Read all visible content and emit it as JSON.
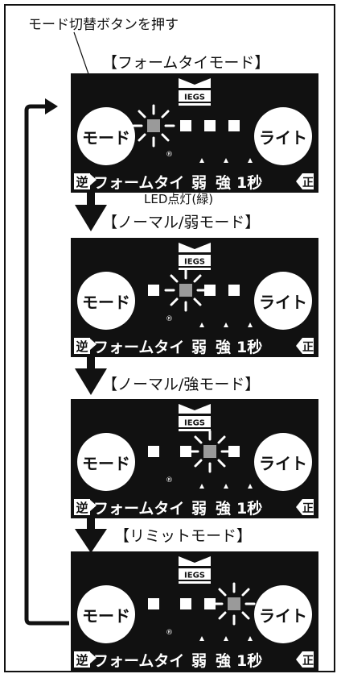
{
  "top_label": "モード切替ボタンを押す",
  "led_label": "LED点灯(緑)",
  "logo_text": "IEGS",
  "panel_text": {
    "mode_button": "モード",
    "light_button": "ライト",
    "reverse": "逆",
    "forward": "正",
    "form_tie": "フォームタイ",
    "weak": "弱",
    "strong": "強",
    "one_sec": "1秒",
    "registered": "®"
  },
  "modes": [
    {
      "title": "【フォームタイモード】",
      "lit_led": 0
    },
    {
      "title": "【ノーマル/弱モード】",
      "lit_led": 1
    },
    {
      "title": "【ノーマル/強モード】",
      "lit_led": 2
    },
    {
      "title": "【リミットモード】",
      "lit_led": 3
    }
  ],
  "colors": {
    "panel": "#111111",
    "led_on": "#9a9a9a",
    "text": "#111111"
  }
}
